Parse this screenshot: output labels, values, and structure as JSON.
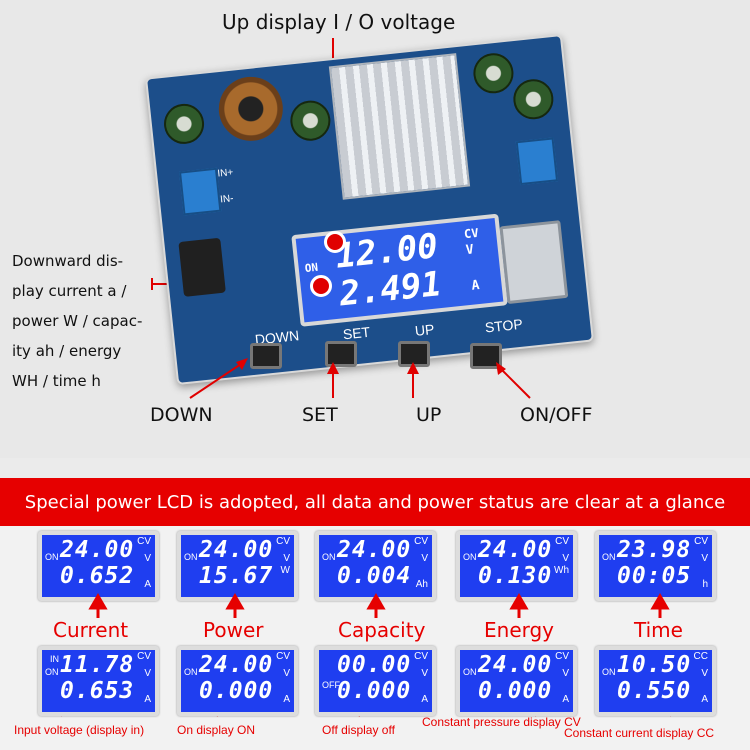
{
  "top_callout": "Up display I / O voltage",
  "left_callout": [
    "Downward dis-",
    "play current a /",
    "power W / capac-",
    "ity ah / energy",
    "WH / time h"
  ],
  "board": {
    "lcd": {
      "on": "ON",
      "voltage": "12.00",
      "cv": "CV",
      "v": "V",
      "current": "2.491",
      "a": "A"
    },
    "buttons": [
      "DOWN",
      "SET",
      "UP",
      "STOP"
    ],
    "terminal_labels": {
      "in_plus": "IN+",
      "in_minus": "IN-"
    }
  },
  "controls": [
    "DOWN",
    "SET",
    "UP",
    "ON/OFF"
  ],
  "banner": "Special power LCD is adopted, all data and power status are clear at a glance",
  "categories": [
    "Current",
    "Power",
    "Capacity",
    "Energy",
    "Time"
  ],
  "top_lcds": [
    {
      "status": "ON",
      "line1": "24.00",
      "unit_top": "CV",
      "unit_v": "V",
      "line2": "0.652",
      "unit2": "A"
    },
    {
      "status": "ON",
      "line1": "24.00",
      "unit_top": "CV",
      "unit_v": "V",
      "line2": "15.67",
      "unit2": "W"
    },
    {
      "status": "ON",
      "line1": "24.00",
      "unit_top": "CV",
      "unit_v": "V",
      "line2": "0.004",
      "unit2": "Ah"
    },
    {
      "status": "ON",
      "line1": "24.00",
      "unit_top": "CV",
      "unit_v": "V",
      "line2": "0.130",
      "unit2": "Wh"
    },
    {
      "status": "ON",
      "line1": "23.98",
      "unit_top": "CV",
      "unit_v": "V",
      "line2": "00:05",
      "unit2": "h"
    }
  ],
  "bottom_lcds": [
    {
      "status": "ON",
      "status_extra": "IN",
      "line1": "11.78",
      "unit_top": "CV",
      "unit_v": "V",
      "line2": "0.653",
      "unit2": "A"
    },
    {
      "status": "ON",
      "status_extra": "",
      "line1": "24.00",
      "unit_top": "CV",
      "unit_v": "V",
      "line2": "0.000",
      "unit2": "A"
    },
    {
      "status": "OFF",
      "status_extra": "",
      "line1": "00.00",
      "unit_top": "CV",
      "unit_v": "V",
      "line2": "0.000",
      "unit2": "A"
    },
    {
      "status": "ON",
      "status_extra": "",
      "line1": "24.00",
      "unit_top": "CV",
      "unit_v": "V",
      "line2": "0.000",
      "unit2": "A"
    },
    {
      "status": "ON",
      "status_extra": "",
      "line1": "10.50",
      "unit_top": "CC",
      "unit_v": "V",
      "line2": "0.550",
      "unit2": "A"
    }
  ],
  "notes": [
    "Input voltage (display in)",
    "On display ON",
    "Off display off",
    "Constant pressure display CV",
    "Constant current display CC"
  ],
  "colors": {
    "accent_red": "#e60000",
    "lcd_blue": "#1f3ef0",
    "pcb_blue": "#1c4e8a"
  }
}
